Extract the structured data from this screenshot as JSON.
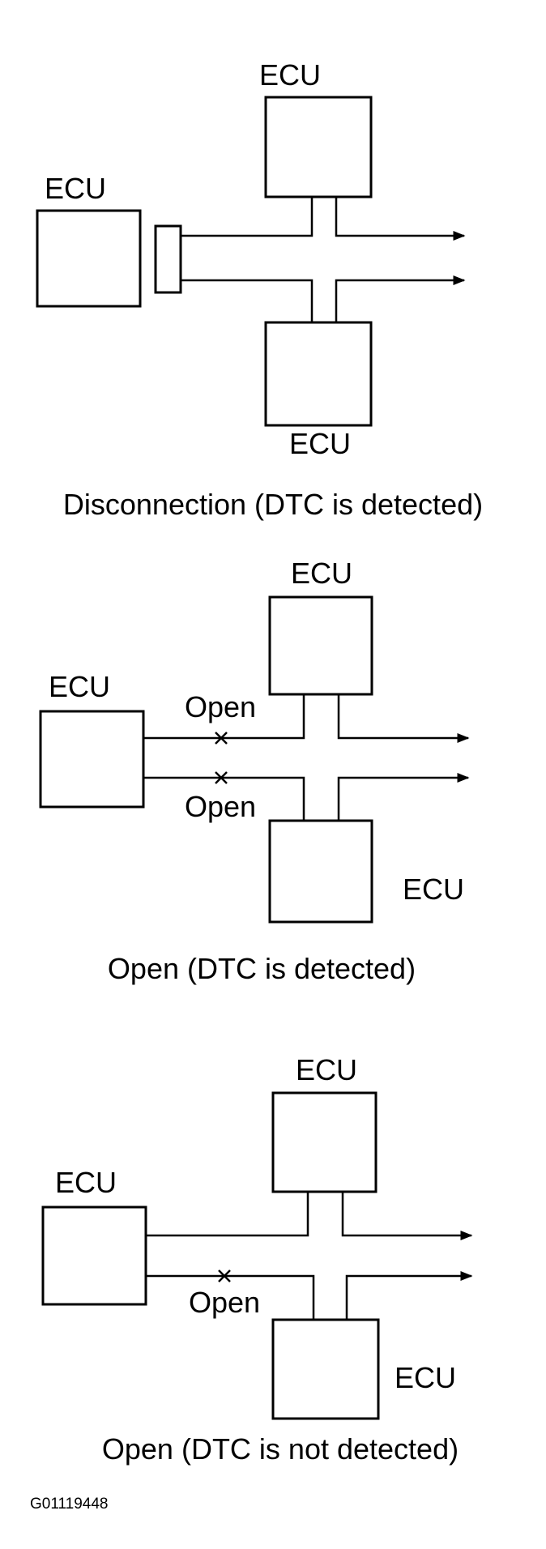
{
  "panels": [
    {
      "ecu_left": "ECU",
      "ecu_top": "ECU",
      "ecu_bottom": "ECU",
      "caption": "Disconnection (DTC is detected)"
    },
    {
      "ecu_left": "ECU",
      "ecu_top": "ECU",
      "ecu_bottom": "ECU",
      "open_labels": [
        "Open",
        "Open"
      ],
      "caption": "Open (DTC is detected)"
    },
    {
      "ecu_left": "ECU",
      "ecu_top": "ECU",
      "ecu_bottom": "ECU",
      "open_labels": [
        "Open"
      ],
      "caption": "Open (DTC is not detected)"
    }
  ],
  "figure_code": "G01119448"
}
